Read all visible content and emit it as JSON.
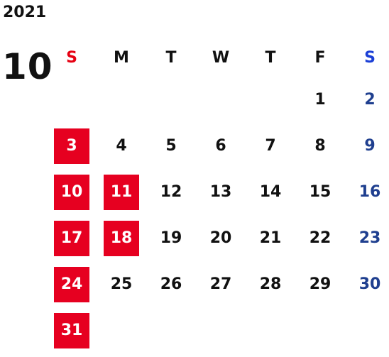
{
  "header": {
    "year": "2021",
    "month": "10"
  },
  "weekdays": [
    "S",
    "M",
    "T",
    "W",
    "T",
    "F",
    "S"
  ],
  "weeks": [
    [
      "",
      "",
      "",
      "",
      "",
      "1",
      "2"
    ],
    [
      "3",
      "4",
      "5",
      "6",
      "7",
      "8",
      "9"
    ],
    [
      "10",
      "11",
      "12",
      "13",
      "14",
      "15",
      "16"
    ],
    [
      "17",
      "18",
      "19",
      "20",
      "21",
      "22",
      "23"
    ],
    [
      "24",
      "25",
      "26",
      "27",
      "28",
      "29",
      "30"
    ],
    [
      "31",
      "",
      "",
      "",
      "",
      "",
      ""
    ]
  ],
  "highlighted_days": [
    "3",
    "10",
    "11",
    "17",
    "18",
    "24",
    "31"
  ],
  "colors": {
    "holiday_bg": "#e60020",
    "holiday_text": "#ffffff",
    "sunday_header": "#e60012",
    "saturday_header": "#1b3fd6",
    "saturday_day": "#1f3f8f",
    "weekday_text": "#111111"
  }
}
